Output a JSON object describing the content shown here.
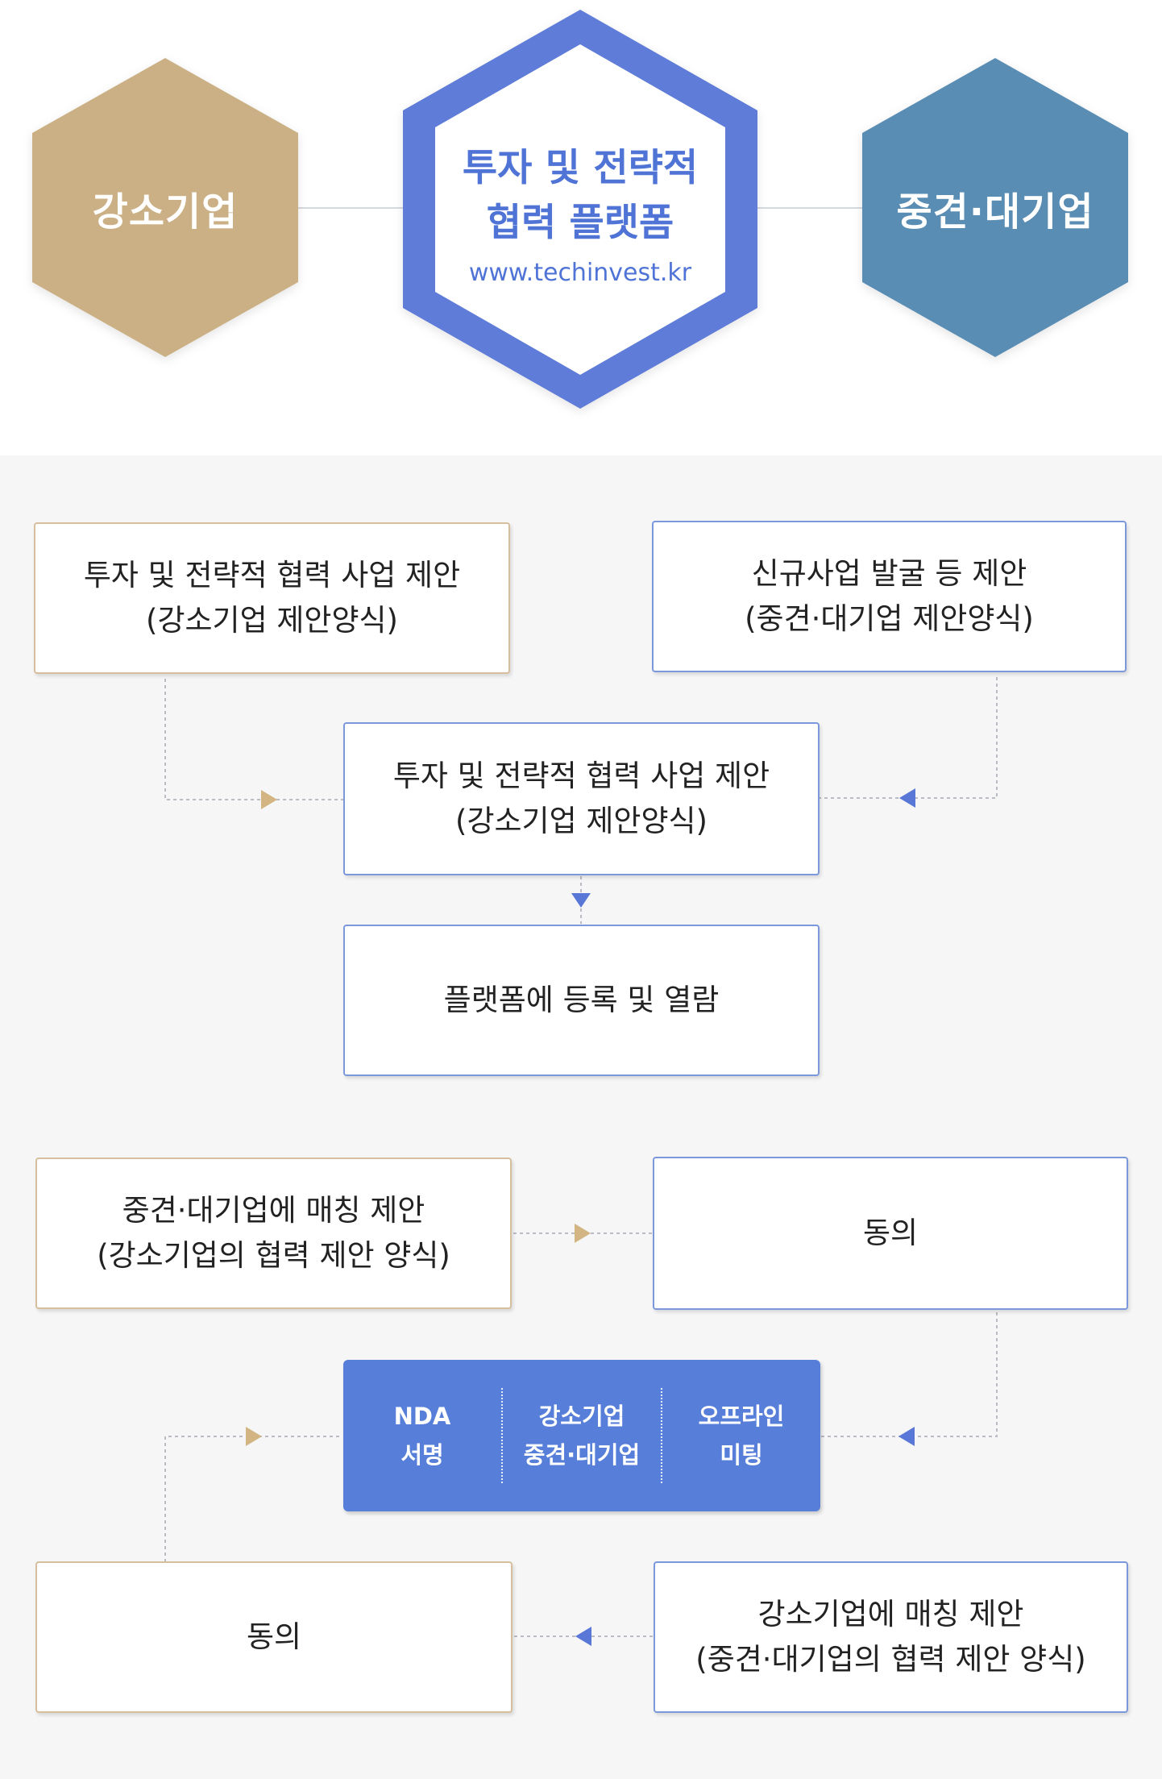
{
  "header": {
    "left_hex": {
      "label": "강소기업",
      "color": "#cbb085"
    },
    "center_hex": {
      "title_lines": [
        "투자 및 전략적",
        "협력 플랫폼"
      ],
      "url": "www.techinvest.kr",
      "color": "#5877d6"
    },
    "right_hex": {
      "label": "중견·대기업",
      "color": "#5a8db3"
    }
  },
  "flow": {
    "step1_left": {
      "lines": [
        "투자 및 전략적 협력 사업 제안",
        "(강소기업 제안양식)"
      ]
    },
    "step1_right": {
      "lines": [
        "신규사업 발굴 등 제안",
        "(중견·대기업 제안양식)"
      ]
    },
    "step2_center": {
      "lines": [
        "투자 및 전략적 협력 사업 제안",
        "(강소기업 제안양식)"
      ]
    },
    "step3_center": {
      "lines": [
        "플랫폼에 등록 및 열람"
      ]
    },
    "step4_left": {
      "lines": [
        "중견·대기업에 매칭 제안",
        "(강소기업의 협력 제안 양식)"
      ]
    },
    "step4_right": {
      "lines": [
        "동의"
      ]
    },
    "meeting_bar": {
      "items": [
        {
          "lines": [
            "NDA",
            "서명"
          ]
        },
        {
          "lines": [
            "강소기업",
            "중견·대기업"
          ]
        },
        {
          "lines": [
            "오프라인",
            "미팅"
          ]
        }
      ]
    },
    "step6_left": {
      "lines": [
        "동의"
      ]
    },
    "step6_right": {
      "lines": [
        "강소기업에 매칭 제안",
        "(중견·대기업의 협력 제안 양식)"
      ]
    }
  },
  "colors": {
    "gold_arrow": "#d3b583",
    "blue_arrow": "#5877d6",
    "connector": "#b9bcc4"
  }
}
